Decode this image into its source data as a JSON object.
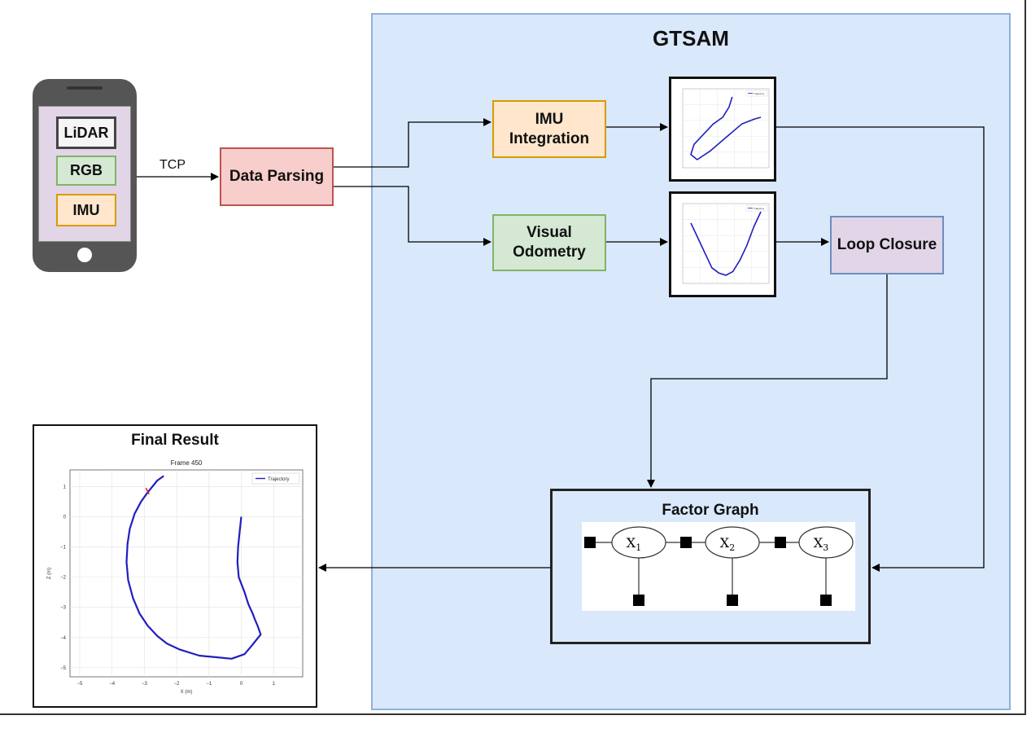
{
  "region": {
    "title": "GTSAM"
  },
  "phone": {
    "sensors": [
      {
        "label": "LiDAR",
        "fill": "#f5f5f5",
        "stroke": "#555555"
      },
      {
        "label": "RGB",
        "fill": "#d5e8d4",
        "stroke": "#82b366"
      },
      {
        "label": "IMU",
        "fill": "#ffe6cc",
        "stroke": "#d79b00"
      }
    ]
  },
  "edges": {
    "tcp_label": "TCP"
  },
  "nodes": {
    "data_parsing": {
      "label": "Data Parsing",
      "fill": "#f8cecc",
      "stroke": "#b85450"
    },
    "imu_integration": {
      "line1": "IMU",
      "line2": "Integration",
      "fill": "#ffe6cc",
      "stroke": "#d79b00"
    },
    "visual_odometry": {
      "line1": "Visual",
      "line2": "Odometry",
      "fill": "#d5e8d4",
      "stroke": "#82b366"
    },
    "loop_closure": {
      "label": "Loop Closure",
      "fill": "#e1d5e7",
      "stroke": "#6c8ebf"
    },
    "factor_graph": {
      "title": "Factor Graph",
      "variables": [
        "X",
        "X",
        "X"
      ],
      "subscripts": [
        "1",
        "2",
        "3"
      ]
    }
  },
  "final_result": {
    "title": "Final Result",
    "chart_data": {
      "type": "line",
      "title": "Frame 450",
      "xlabel": "X (m)",
      "ylabel": "Z (m)",
      "xlim": [
        -5.3,
        1.9
      ],
      "ylim": [
        -5.3,
        1.55
      ],
      "xticks": [
        -5,
        -4,
        -3,
        -2,
        -1,
        0,
        1
      ],
      "yticks": [
        1,
        0,
        -1,
        -2,
        -3,
        -4,
        -5
      ],
      "grid": true,
      "legend": "top-right",
      "series": [
        {
          "name": "Trajectory",
          "color": "#1f1fbf",
          "x": [
            0.0,
            -0.05,
            -0.1,
            -0.12,
            -0.08,
            0.1,
            0.22,
            0.35,
            0.42,
            0.5,
            0.55,
            0.6,
            0.45,
            0.3,
            0.1,
            -0.3,
            -0.8,
            -1.3,
            -1.9,
            -2.3,
            -2.6,
            -2.9,
            -3.15,
            -3.35,
            -3.5,
            -3.55,
            -3.52,
            -3.45,
            -3.3,
            -3.1,
            -2.9,
            -2.75,
            -2.6,
            -2.4
          ],
          "y": [
            0.0,
            -0.5,
            -1.0,
            -1.5,
            -2.0,
            -2.5,
            -2.9,
            -3.2,
            -3.4,
            -3.6,
            -3.75,
            -3.9,
            -4.1,
            -4.3,
            -4.55,
            -4.7,
            -4.65,
            -4.6,
            -4.4,
            -4.2,
            -3.95,
            -3.6,
            -3.2,
            -2.7,
            -2.1,
            -1.5,
            -0.9,
            -0.4,
            0.1,
            0.5,
            0.8,
            1.0,
            1.2,
            1.35
          ]
        },
        {
          "name": "",
          "color": "#e02020",
          "x": [
            -2.95,
            -2.85
          ],
          "y": [
            0.95,
            0.75
          ]
        }
      ]
    }
  },
  "imu_plot": {
    "chart_data": {
      "type": "line",
      "legend": "top-right",
      "grid": true,
      "series": [
        {
          "name": "Trajectory",
          "color": "#1f1fbf",
          "x": [
            0.55,
            0.5,
            0.4,
            0.25,
            0.1,
            -0.05,
            -0.1,
            0.0,
            0.2,
            0.45,
            0.7,
            0.9,
            1.0
          ],
          "y": [
            1.0,
            0.7,
            0.4,
            0.2,
            -0.1,
            -0.4,
            -0.7,
            -0.85,
            -0.6,
            -0.2,
            0.2,
            0.35,
            0.4
          ]
        }
      ]
    }
  },
  "vo_plot": {
    "chart_data": {
      "type": "line",
      "legend": "top-right",
      "grid": true,
      "series": [
        {
          "name": "Trajectory",
          "color": "#1f1fbf",
          "x": [
            0.0,
            0.1,
            0.2,
            0.3,
            0.4,
            0.5,
            0.6,
            0.7,
            0.8,
            0.9,
            1.0
          ],
          "y": [
            0.55,
            0.35,
            0.15,
            -0.05,
            -0.12,
            -0.15,
            -0.1,
            0.05,
            0.25,
            0.5,
            0.7
          ]
        }
      ]
    }
  }
}
